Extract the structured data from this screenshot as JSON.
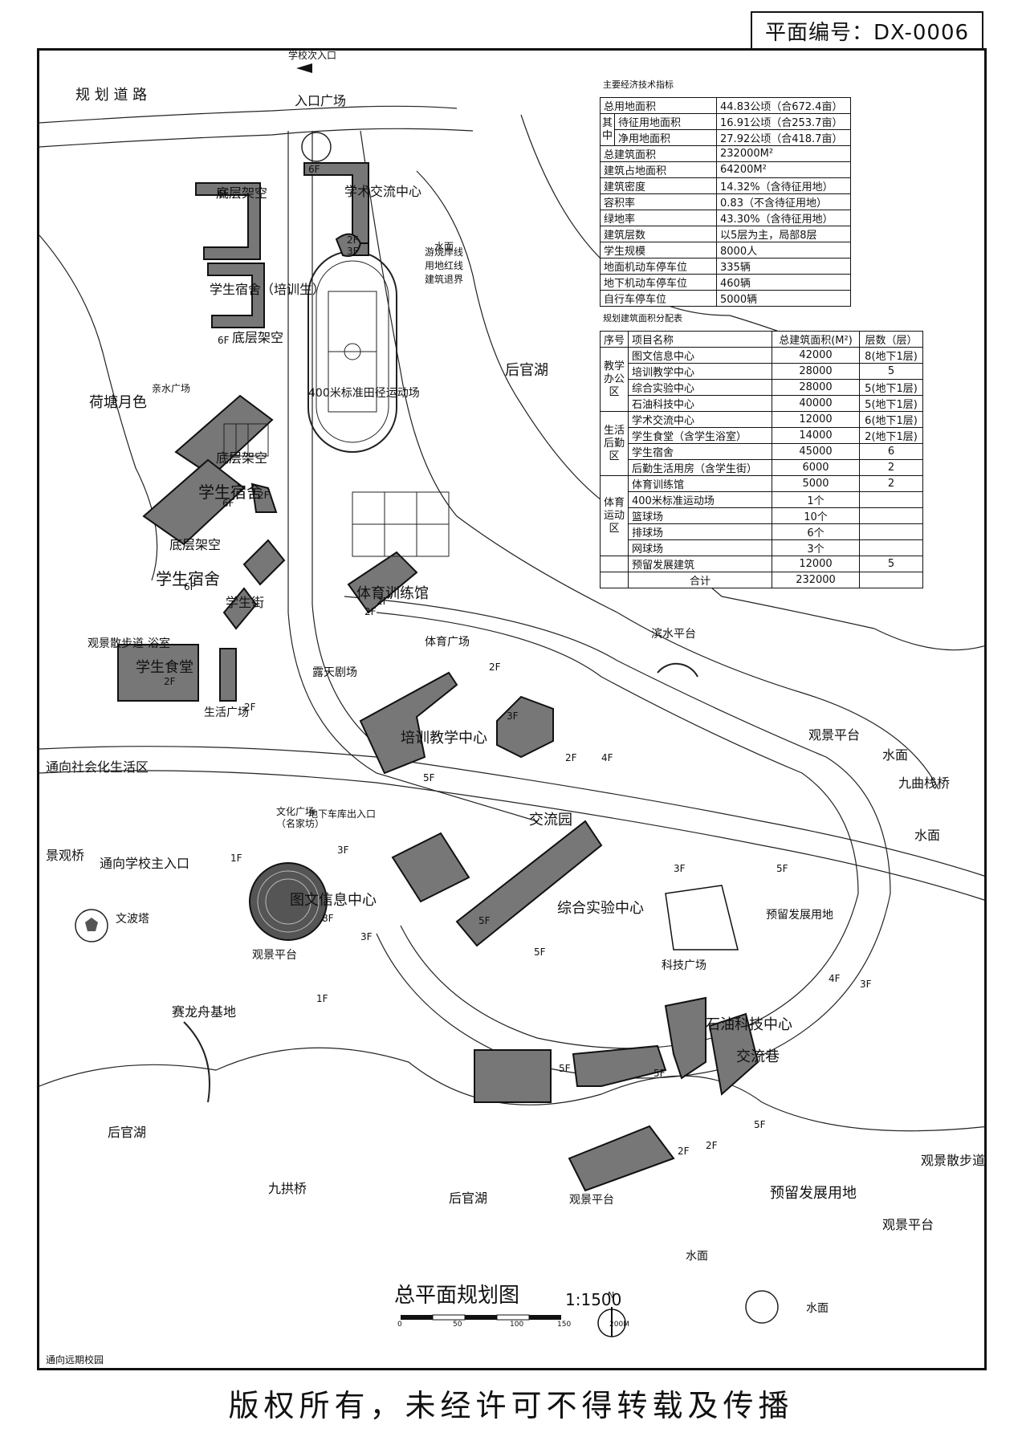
{
  "sheet_number": "平面编号：DX-0006",
  "map": {
    "title": "总平面规划图",
    "scale": "1:1500",
    "scale_ticks": [
      "0",
      "50",
      "100",
      "150",
      "200M"
    ],
    "north": "N",
    "labels": {
      "school_secondary_entrance": "学校次入口",
      "planned_road": "规 划 道 路",
      "entrance_plaza": "入口广场",
      "academic_exchange": "学术交流中心",
      "water": "水面",
      "swim_shore": "游烧岸线",
      "land_redline": "用地红线",
      "building_setback": "建筑退界",
      "ground_floor_open_a": "底层架空",
      "dorm_training": "学生宿舍（培训生）",
      "ground_floor_open_b": "底层架空",
      "lotus_pond": "荷塘月色",
      "pavilion": "亲水广场",
      "track": "400米标准田径运动场",
      "houguan_lake": "后官湖",
      "ground_floor_open_c": "底层架空",
      "dorm_a": "学生宿舍",
      "ground_floor_open_d": "底层架空",
      "dorm_b": "学生宿舍",
      "student_street": "学生街",
      "gym": "体育训练馆",
      "sports_plaza": "体育广场",
      "viewing_walk": "观景散步道",
      "bathroom": "浴室",
      "canteen": "学生食堂",
      "life_plaza": "生活广场",
      "open_theater": "露天剧场",
      "waterfront_platform": "滨水平台",
      "training_teaching": "培训教学中心",
      "to_social_life": "通向社会化生活区",
      "culture_plaza": "文化广场",
      "culture_plaza_sub": "（名家坊）",
      "exchange_garden": "交流园",
      "lab_center": "综合实验中心",
      "viewing_platform_a": "观景平台",
      "water_b": "水面",
      "zigzag_bridge": "九曲栈桥",
      "water_c": "水面",
      "landscape_bridge": "景观桥",
      "to_main_entrance": "通向学校主入口",
      "library": "图文信息中心",
      "wenbo_tower": "文波塔",
      "viewing_platform_b": "观景平台",
      "reserve_land_a": "预留发展用地",
      "tech_plaza": "科技广场",
      "petro_tech": "石油科技中心",
      "exchange_lane": "交流巷",
      "dragon_boat": "赛龙舟基地",
      "houguan_lake_b": "后官湖",
      "nine_arch_bridge": "九拱桥",
      "houguan_lake_c": "后官湖",
      "viewing_platform_c": "观景平台",
      "reserve_land_b": "预留发展用地",
      "viewing_walk_b": "观景散步道",
      "viewing_platform_d": "观景平台",
      "water_d": "水面",
      "water_e": "水面",
      "to_future_campus": "通向远期校园",
      "underground_entry": "地下车库出入口",
      "floors": [
        "6F",
        "6F",
        "6F",
        "3F",
        "2F",
        "6F",
        "6F",
        "2F",
        "2F",
        "2F",
        "2F",
        "3F",
        "4F",
        "2F",
        "5F",
        "5F",
        "5F",
        "3F",
        "3F",
        "1F",
        "8F",
        "3F",
        "1F",
        "5F",
        "4F",
        "3F",
        "5F",
        "5F",
        "5F",
        "2F",
        "2F",
        "2F",
        "2F"
      ]
    }
  },
  "econ_table": {
    "title": "主要经济技术指标",
    "rows": [
      [
        "总用地面积",
        "44.83公顷（合672.4亩）"
      ],
      [
        "待征用地面积",
        "16.91公顷（合253.7亩）"
      ],
      [
        "净用地面积",
        "27.92公顷（合418.7亩）"
      ],
      [
        "总建筑面积",
        "232000M²"
      ],
      [
        "建筑占地面积",
        "64200M²"
      ],
      [
        "建筑密度",
        "14.32%（含待征用地）"
      ],
      [
        "容积率",
        "0.83（不含待征用地）"
      ],
      [
        "绿地率",
        "43.30%（含待征用地）"
      ],
      [
        "建筑层数",
        "以5层为主，局部8层"
      ],
      [
        "学生规模",
        "8000人"
      ],
      [
        "地面机动车停车位",
        "335辆"
      ],
      [
        "地下机动车停车位",
        "460辆"
      ],
      [
        "自行车停车位",
        "5000辆"
      ]
    ],
    "group_label": "其中"
  },
  "area_table": {
    "title": "规划建筑面积分配表",
    "headers": [
      "序号",
      "项目名称",
      "总建筑面积(M²)",
      "层数（层）"
    ],
    "groups": [
      {
        "name": "教学办公区",
        "rows": [
          [
            "图文信息中心",
            "42000",
            "8(地下1层)"
          ],
          [
            "培训教学中心",
            "28000",
            "5"
          ],
          [
            "综合实验中心",
            "28000",
            "5(地下1层)"
          ],
          [
            "石油科技中心",
            "40000",
            "5(地下1层)"
          ]
        ]
      },
      {
        "name": "生活后勤区",
        "rows": [
          [
            "学术交流中心",
            "12000",
            "6(地下1层)"
          ],
          [
            "学生食堂（含学生浴室）",
            "14000",
            "2(地下1层)"
          ],
          [
            "学生宿舍",
            "45000",
            "6"
          ],
          [
            "后勤生活用房（含学生街）",
            "6000",
            "2"
          ]
        ]
      },
      {
        "name": "体育运动区",
        "rows": [
          [
            "体育训练馆",
            "5000",
            "2"
          ],
          [
            "400米标准运动场",
            "1个",
            ""
          ],
          [
            "篮球场",
            "10个",
            ""
          ],
          [
            "排球场",
            "6个",
            ""
          ],
          [
            "网球场",
            "3个",
            ""
          ]
        ]
      }
    ],
    "reserve": [
      "预留发展建筑",
      "12000",
      "5"
    ],
    "total": [
      "合计",
      "232000"
    ]
  },
  "copyright": "版权所有，未经许可不得转载及传播"
}
